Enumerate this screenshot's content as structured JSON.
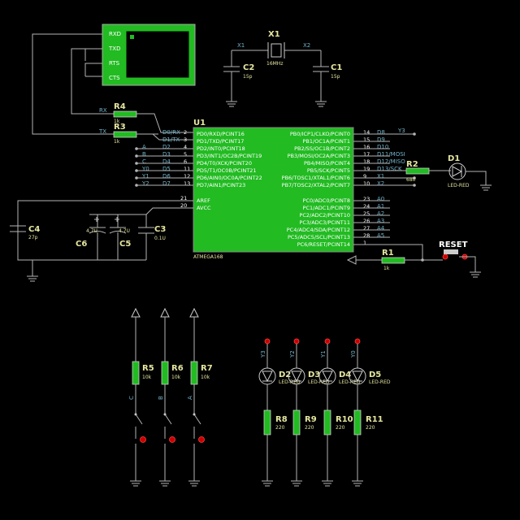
{
  "terminal": {
    "pins": [
      "RXD",
      "TXD",
      "RTS",
      "CTS"
    ]
  },
  "crystal": {
    "ref": "X1",
    "value": "16MHz",
    "net_left": "X1",
    "net_right": "X2"
  },
  "c2": {
    "ref": "C2",
    "value": "15p"
  },
  "c1": {
    "ref": "C1",
    "value": "15p"
  },
  "r4": {
    "ref": "R4",
    "value": "1k",
    "net": "RX"
  },
  "r3": {
    "ref": "R3",
    "value": "1k",
    "net": "TX"
  },
  "u1": {
    "ref": "U1",
    "part": "ATMEGA168",
    "left_pins": [
      {
        "no": "2",
        "name": "PD0/RXD/PCINT16",
        "net": "D0/RX"
      },
      {
        "no": "3",
        "name": "PD1/TXD/PCINT17",
        "net": "D1/TX"
      },
      {
        "no": "4",
        "name": "PD2/INT0/PCINT18",
        "net": "D2",
        "ext": "A"
      },
      {
        "no": "5",
        "name": "PD3/INT1/OC2B/PCINT19",
        "net": "D3",
        "ext": "B"
      },
      {
        "no": "6",
        "name": "PD4/T0/XCK/PCINT20",
        "net": "D4",
        "ext": "C"
      },
      {
        "no": "11",
        "name": "PD5/T1/OC0B/PCINT21",
        "net": "D5",
        "ext": "Y0"
      },
      {
        "no": "12",
        "name": "PD6/AIN0/OC0A/PCINT22",
        "net": "D6",
        "ext": "Y1"
      },
      {
        "no": "13",
        "name": "PD7/AIN1/PCINT23",
        "net": "D7",
        "ext": "Y2"
      }
    ],
    "power_pins": [
      {
        "no": "21",
        "name": "AREF"
      },
      {
        "no": "20",
        "name": "AVCC"
      }
    ],
    "right_pins_b": [
      {
        "no": "14",
        "name": "PB0/ICP1/CLKO/PCINT0",
        "net": "D8",
        "ext": "Y3"
      },
      {
        "no": "15",
        "name": "PB1/OC1A/PCINT1",
        "net": "D9"
      },
      {
        "no": "16",
        "name": "PB2/SS/OC1B/PCINT2",
        "net": "D10"
      },
      {
        "no": "17",
        "name": "PB3/MOSI/OC2A/PCINT3",
        "net": "D11/MOSI"
      },
      {
        "no": "18",
        "name": "PB4/MISO/PCINT4",
        "net": "D12/MISO"
      },
      {
        "no": "19",
        "name": "PB5/SCK/PCINT5",
        "net": "D13/SCK"
      },
      {
        "no": "9",
        "name": "PB6/TOSC1/XTAL1/PCINT6",
        "net": "X1"
      },
      {
        "no": "10",
        "name": "PB7/TOSC2/XTAL2/PCINT7",
        "net": "X2"
      }
    ],
    "right_pins_c": [
      {
        "no": "23",
        "name": "PC0/ADC0/PCINT8",
        "net": "A0"
      },
      {
        "no": "24",
        "name": "PC1/ADC1/PCINT9",
        "net": "A1"
      },
      {
        "no": "25",
        "name": "PC2/ADC2/PCINT10",
        "net": "A2"
      },
      {
        "no": "26",
        "name": "PC3/ADC3/PCINT11",
        "net": "A3"
      },
      {
        "no": "27",
        "name": "PC4/ADC4/SDA/PCINT12",
        "net": "A4"
      },
      {
        "no": "28",
        "name": "PC5/ADC5/SCL/PCINT13",
        "net": "A5"
      },
      {
        "no": "1",
        "name": "PC6/RESET/PCINT14",
        "net": ""
      }
    ]
  },
  "r2": {
    "ref": "R2",
    "value": "680"
  },
  "d1": {
    "ref": "D1",
    "value": "LED-RED"
  },
  "r1": {
    "ref": "R1",
    "value": "1k"
  },
  "reset": {
    "label": "RESET"
  },
  "c4": {
    "ref": "C4",
    "value": "27p"
  },
  "c6": {
    "ref": "C6",
    "value": "4.7U"
  },
  "c5": {
    "ref": "C5",
    "value": "4.7U"
  },
  "c3": {
    "ref": "C3",
    "value": "0.1U"
  },
  "switch_res": [
    {
      "ref": "R5",
      "value": "10k",
      "net": "C"
    },
    {
      "ref": "R6",
      "value": "10k",
      "net": "B"
    },
    {
      "ref": "R7",
      "value": "10k",
      "net": "A"
    }
  ],
  "leds": [
    {
      "ref": "D2",
      "value": "LED-RED",
      "net": "Y3",
      "res_ref": "R8",
      "res_value": "220"
    },
    {
      "ref": "D3",
      "value": "LED-RED",
      "net": "Y2",
      "res_ref": "R9",
      "res_value": "220"
    },
    {
      "ref": "D4",
      "value": "LED-RED",
      "net": "Y1",
      "res_ref": "R10",
      "res_value": "220"
    },
    {
      "ref": "D5",
      "value": "LED-RED",
      "net": "Y0",
      "res_ref": "R11",
      "res_value": "220"
    }
  ]
}
